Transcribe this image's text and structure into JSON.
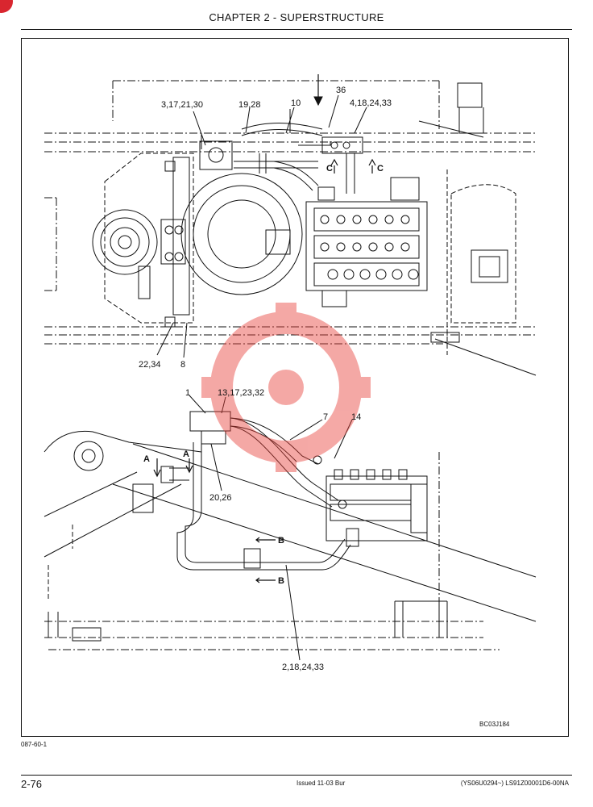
{
  "header": {
    "title": "CHAPTER 2 - SUPERSTRUCTURE"
  },
  "callouts": {
    "c36": "36",
    "c3_17_21_30": "3,17,21,30",
    "c19_28": "19,28",
    "c10": "10",
    "c4_18_24_33": "4,18,24,33",
    "c22_34": "22,34",
    "c8": "8",
    "c1": "1",
    "c13_17_23_32": "13,17,23,32",
    "c7": "7",
    "c14": "14",
    "c20_26": "20,26",
    "c2_18_24_33": "2,18,24,33"
  },
  "view_arrows": {
    "c_upper_left": "C",
    "c_upper_right": "C",
    "a_left": "A",
    "a_right": "A",
    "b_upper": "B",
    "b_lower": "B"
  },
  "figure": {
    "code": "BC03J184"
  },
  "reference": {
    "code": "087-60-1"
  },
  "footer": {
    "page": "2-76",
    "issue": "Issued 11-03   Bur",
    "doc_code": "(YS06U0294~)   LS91Z00001D6-00NA"
  },
  "colors": {
    "line": "#111111",
    "watermark": "#e8413a",
    "badge": "#d9262f"
  }
}
